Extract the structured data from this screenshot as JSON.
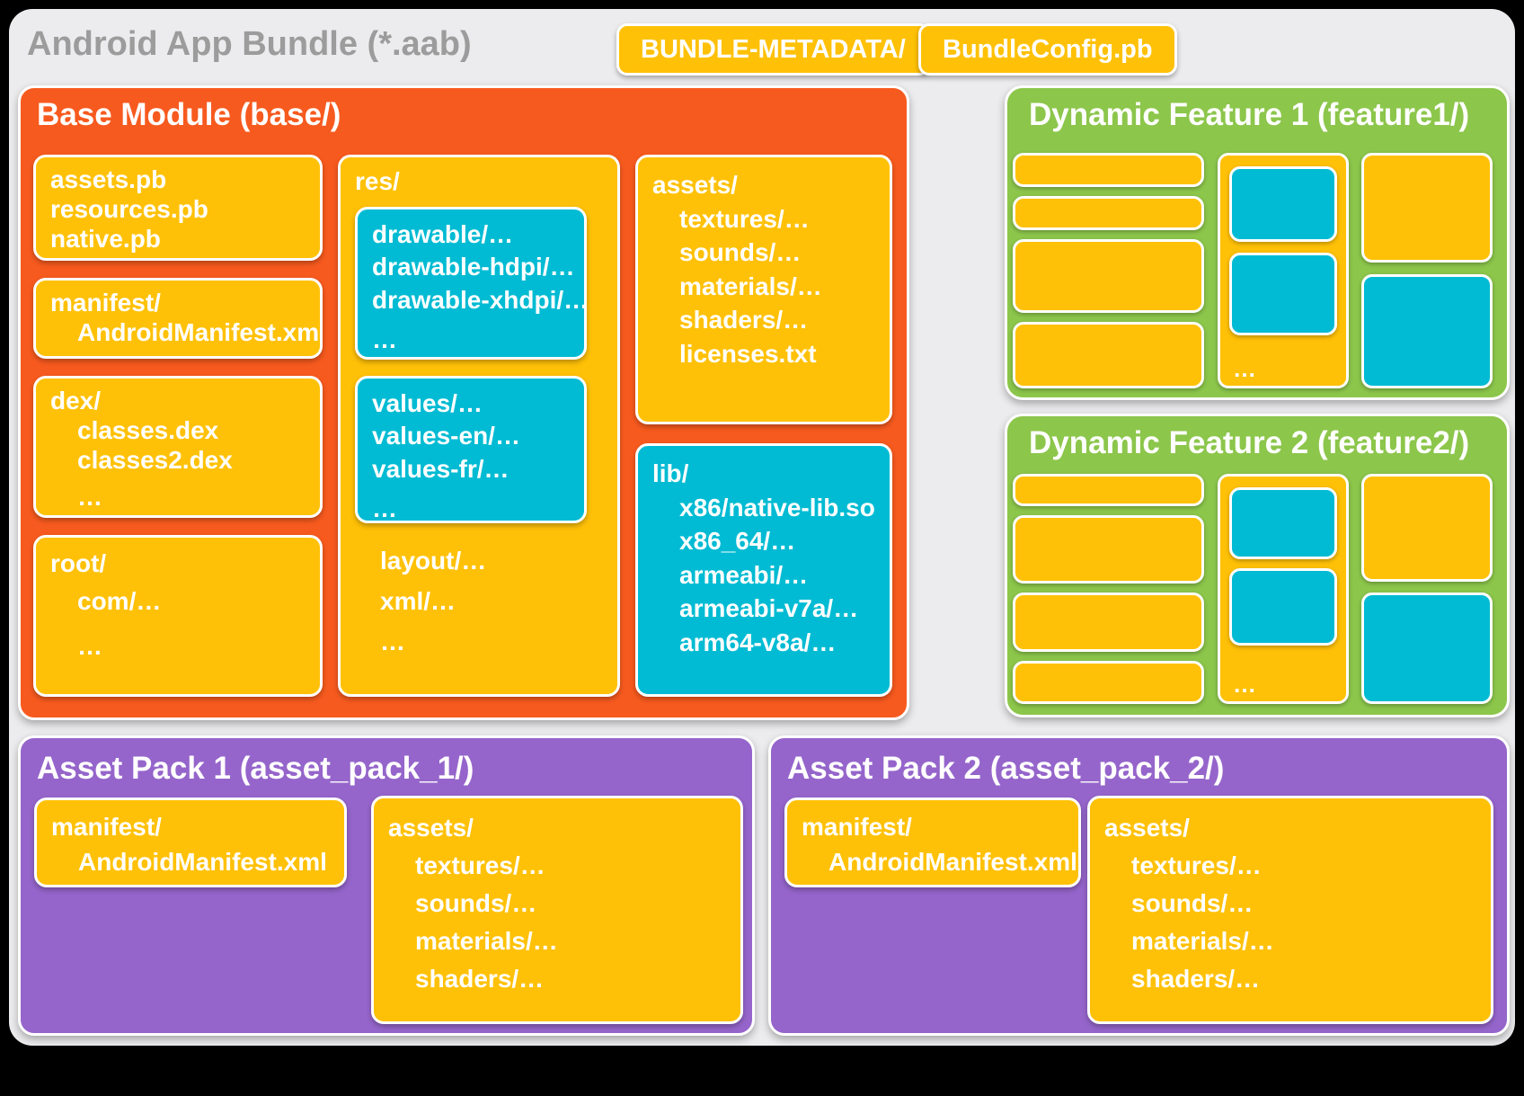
{
  "page": {
    "title": "Android App Bundle (*.aab)"
  },
  "header": {
    "bundle_metadata_label": "BUNDLE-METADATA/",
    "bundle_config_label": "BundleConfig.pb"
  },
  "colors": {
    "base_module_orange": "#F75A1E",
    "amber": "#FFC107",
    "cyan": "#00BBD3",
    "feature_green": "#8CC64B",
    "asset_pack_purple": "#9565CB",
    "panel_gray": "#ECECEE",
    "title_gray": "#9C9C9C",
    "text_white": "#FFFFFF"
  },
  "base_module": {
    "title": "Base Module (base/)",
    "meta_box": {
      "lines": [
        "assets.pb",
        "resources.pb",
        "native.pb"
      ]
    },
    "manifest_box": {
      "header": "manifest/",
      "children": [
        "AndroidManifest.xml"
      ]
    },
    "dex_box": {
      "header": "dex/",
      "children": [
        "classes.dex",
        "classes2.dex"
      ],
      "ellipsis": "…"
    },
    "root_box": {
      "header": "root/",
      "children": [
        "com/…"
      ],
      "ellipsis": "…"
    },
    "res_box": {
      "header": "res/",
      "drawable_box": {
        "lines": [
          "drawable/…",
          "drawable-hdpi/…",
          "drawable-xhdpi/…"
        ],
        "ellipsis": "…"
      },
      "values_box": {
        "lines": [
          "values/…",
          "values-en/…",
          "values-fr/…"
        ],
        "ellipsis": "…"
      },
      "tail_lines": [
        "layout/…",
        "xml/…",
        "…"
      ]
    },
    "assets_box": {
      "header": "assets/",
      "children": [
        "textures/…",
        "sounds/…",
        "materials/…",
        "shaders/…",
        "licenses.txt"
      ]
    },
    "lib_box": {
      "header": "lib/",
      "children": [
        "x86/native-lib.so",
        "x86_64/…",
        "armeabi/…",
        "armeabi-v7a/…",
        "arm64-v8a/…"
      ]
    }
  },
  "dynamic_features": [
    {
      "title": "Dynamic Feature 1 (feature1/)",
      "ellipsis": "…"
    },
    {
      "title": "Dynamic Feature 2 (feature2/)",
      "ellipsis": "…"
    }
  ],
  "asset_packs": [
    {
      "title": "Asset Pack 1 (asset_pack_1/)",
      "manifest_box": {
        "header": "manifest/",
        "children": [
          "AndroidManifest.xml"
        ]
      },
      "assets_box": {
        "header": "assets/",
        "children": [
          "textures/…",
          "sounds/…",
          "materials/…",
          "shaders/…"
        ]
      }
    },
    {
      "title": "Asset Pack 2 (asset_pack_2/)",
      "manifest_box": {
        "header": "manifest/",
        "children": [
          "AndroidManifest.xml"
        ]
      },
      "assets_box": {
        "header": "assets/",
        "children": [
          "textures/…",
          "sounds/…",
          "materials/…",
          "shaders/…"
        ]
      }
    }
  ]
}
